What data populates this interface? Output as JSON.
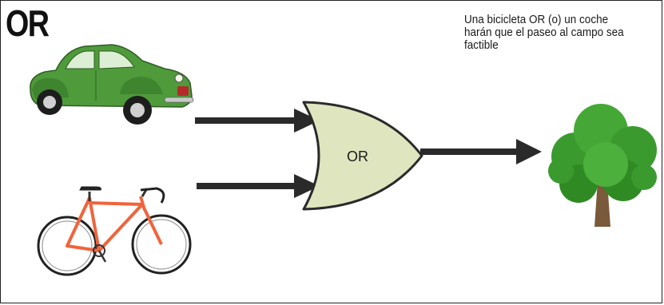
{
  "heading": "OR",
  "caption": {
    "line1": "Una bicicleta OR (o) un coche",
    "line2": "harán que el paseo al campo sea",
    "line3": "factible"
  },
  "gate": {
    "label": "OR",
    "fill": "#dfe6bf"
  },
  "colors": {
    "car_body": "#4f9a3b",
    "bike_frame": "#f0643c",
    "tree_foliage": "#3a9a2e",
    "tree_trunk": "#7a5a3a",
    "arrow": "#2a2a2a"
  },
  "icons": [
    "car-icon",
    "bicycle-icon",
    "tree-icon"
  ]
}
